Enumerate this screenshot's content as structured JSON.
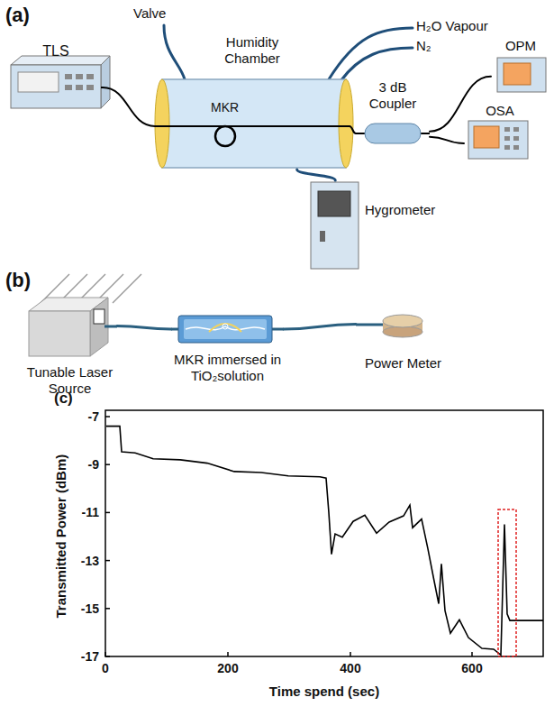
{
  "diagram": {
    "nodes": [
      {
        "text": [
          "TLS"
        ]
      },
      {
        "text": [
          "Humidity Chamber"
        ]
      },
      {
        "text": [
          "3 dB Coupler"
        ]
      },
      {
        "text": [
          "OPM"
        ]
      },
      {
        "text": [
          "OSA"
        ]
      },
      {
        "text": [
          "Hygrometer"
        ]
      },
      {
        "text": [
          "Tunable Laser Source"
        ]
      },
      {
        "text": [
          "MKR immersed in TiO₂solution"
        ]
      },
      {
        "text": [
          "Power Meter"
        ]
      }
    ],
    "edges": [
      {
        "from": 0,
        "to": 1,
        "arrow": "none"
      },
      {
        "from": 1,
        "to": 2,
        "arrow": "none"
      },
      {
        "from": 2,
        "to": 3,
        "arrow": "none"
      },
      {
        "from": 2,
        "to": 4,
        "arrow": "none"
      },
      {
        "from": 1,
        "to": 5,
        "arrow": "none"
      },
      {
        "from": 6,
        "to": 7,
        "arrow": "none"
      },
      {
        "from": 7,
        "to": 8,
        "arrow": "none"
      }
    ],
    "labels": [
      "(a)",
      "Valve",
      "H₂O Vapour",
      "N₂",
      "MKR",
      "(b)",
      "(c)",
      "-7",
      "-9",
      "-11",
      "-13",
      "-15",
      "-17",
      "0",
      "200",
      "400",
      "600",
      "Transmitted Power (dBm)",
      "Time spend (sec)"
    ]
  }
}
